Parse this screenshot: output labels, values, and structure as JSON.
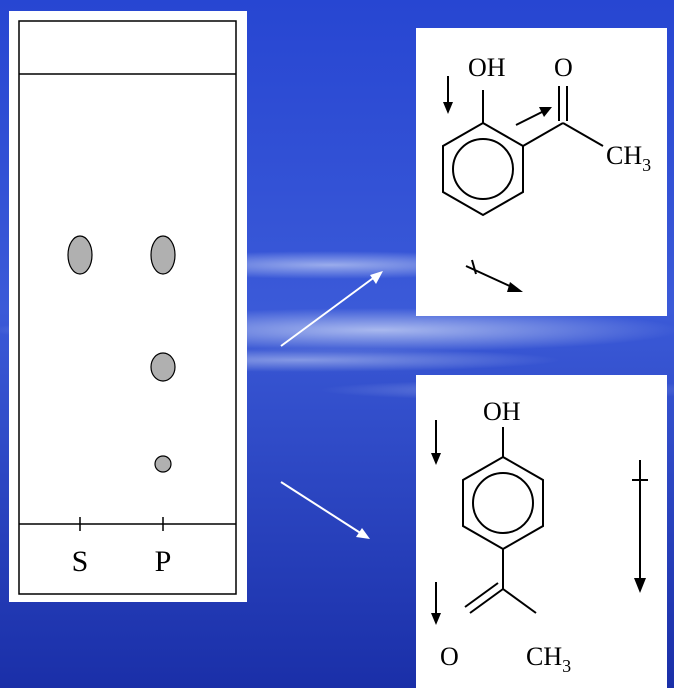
{
  "colors": {
    "background_dark": "#1a2fa8",
    "background_mid": "#2f4fd6",
    "streak": "#b8c8ee",
    "panel": "#ffffff",
    "spot_fill": "#b0b0b0",
    "ink": "#000000"
  },
  "tlc_plate": {
    "lane_labels": [
      "S",
      "P"
    ],
    "spots": [
      {
        "lane": "S",
        "shape": "large-oval"
      },
      {
        "lane": "P",
        "shape": "large-oval"
      },
      {
        "lane": "P",
        "shape": "medium-oval"
      },
      {
        "lane": "P",
        "shape": "small-circle"
      }
    ]
  },
  "ortho_structure": {
    "hydroxyl": "OH",
    "carbonyl_oxygen": "O",
    "methyl": "CH",
    "methyl_sub": "3"
  },
  "para_structure": {
    "hydroxyl": "OH",
    "carbonyl_oxygen": "O",
    "methyl": "CH",
    "methyl_sub": "3"
  },
  "icons": [
    "dipole-arrow-icon",
    "pointer-arrow-icon"
  ]
}
